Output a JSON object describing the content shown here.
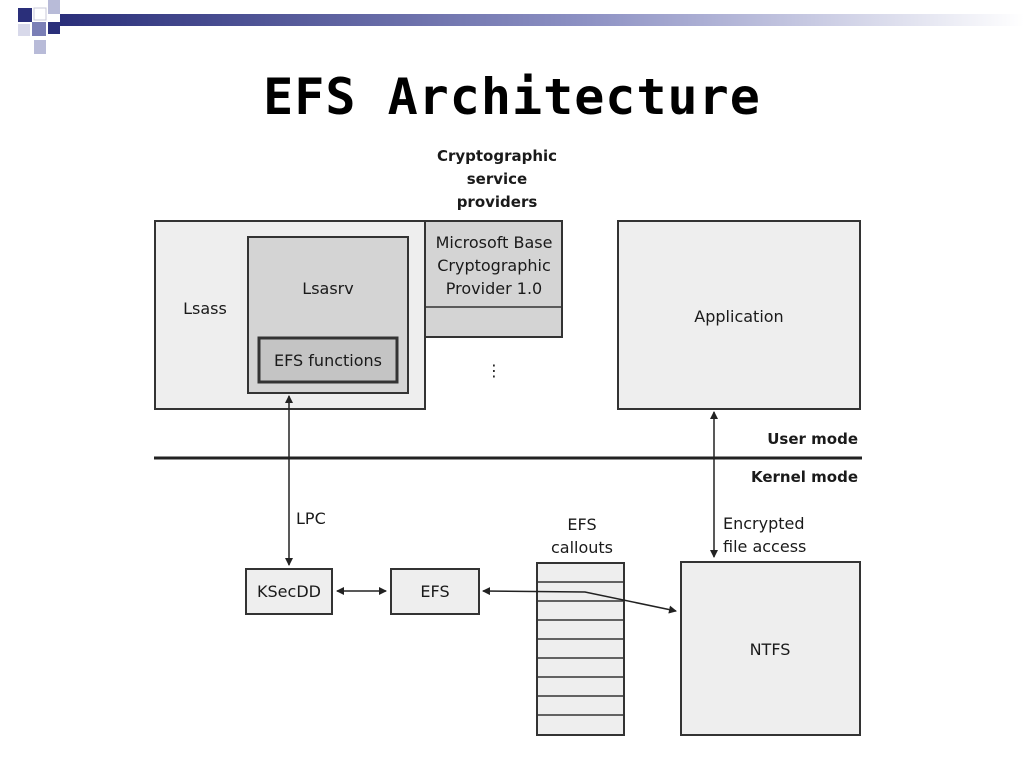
{
  "slide": {
    "title": "EFS Architecture"
  },
  "diagram": {
    "csp_heading": [
      "Cryptographic",
      "service",
      "providers"
    ],
    "lsass": "Lsass",
    "lsasrv": "Lsasrv",
    "efs_functions": "EFS functions",
    "ms_provider": [
      "Microsoft Base",
      "Cryptographic",
      "Provider 1.0"
    ],
    "ellipsis": "⋮",
    "application": "Application",
    "user_mode": "User mode",
    "kernel_mode": "Kernel mode",
    "lpc": "LPC",
    "efs_callouts": [
      "EFS",
      "callouts"
    ],
    "encrypted_access": [
      "Encrypted",
      "file access"
    ],
    "ksecdd": "KSecDD",
    "efs": "EFS",
    "ntfs": "NTFS"
  },
  "colors": {
    "box_fill": "#eeeeee",
    "inner_fill": "#d4d4d4",
    "efs_fn_fill": "#c4c4c4",
    "stroke": "#333333",
    "bar_dark": "#2a2f7a",
    "bar_mid": "#7b7fb6"
  }
}
